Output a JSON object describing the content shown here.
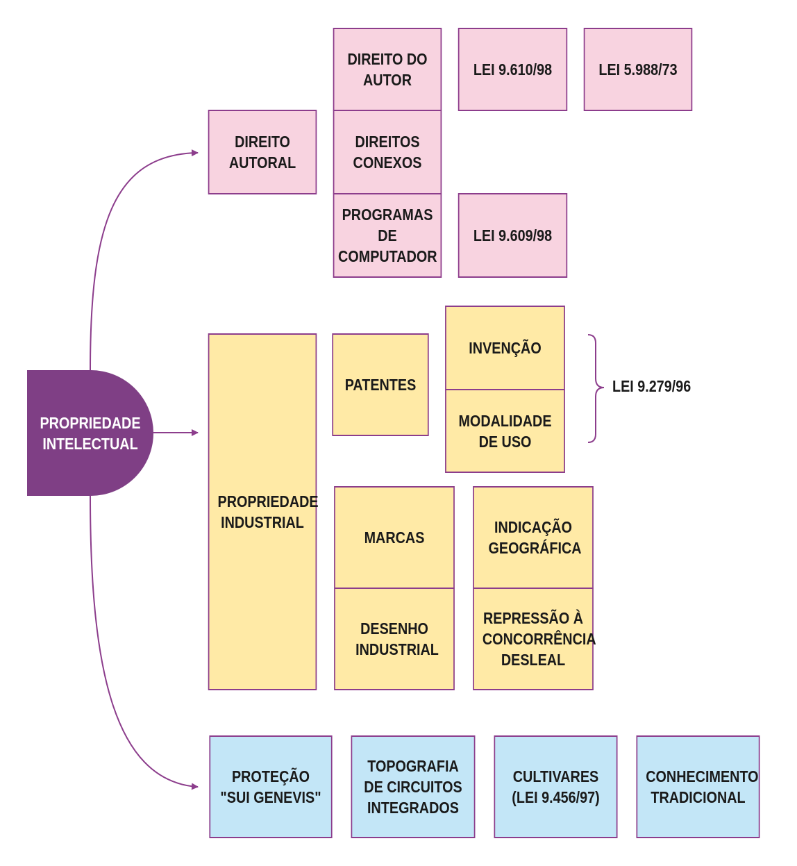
{
  "root": {
    "label": "PROPRIEDADE INTELECTUAL"
  },
  "direito_autoral": {
    "label": "DIREITO AUTORAL",
    "direito_do_autor": "DIREITO DO AUTOR",
    "lei_9610": "LEI 9.610/98",
    "lei_5988": "LEI 5.988/73",
    "direitos_conexos": "DIREITOS CONEXOS",
    "programas": "PROGRAMAS DE COMPUTADOR",
    "lei_9609": "LEI 9.609/98"
  },
  "propriedade_industrial": {
    "label": "PROPRIEDADE INDUSTRIAL",
    "patentes": "PATENTES",
    "invencao": "INVENÇÃO",
    "modalidade": "MODALIDADE DE USO",
    "lei_9279": "LEI 9.279/96",
    "marcas": "MARCAS",
    "indicacao": "INDICAÇÃO GEOGRÁFICA",
    "desenho": "DESENHO INDUSTRIAL",
    "repressao": "REPRESSÃO À CONCORRÊNCIA DESLEAL"
  },
  "outros": {
    "protecao": "PROTEÇÃO \"SUI GENEVIS\"",
    "topografia": "TOPOGRAFIA DE CIRCUITOS INTEGRADOS",
    "cultivares": "CULTIVARES (LEI 9.456/97)",
    "conhecimento": "CONHECIMENTO TRADICIONAL"
  },
  "colors": {
    "purple": "#7f3f85",
    "pink": "#f8d3e0",
    "yellow": "#ffeaa6",
    "blue": "#c3e6f7",
    "border": "#8c3d8c"
  }
}
